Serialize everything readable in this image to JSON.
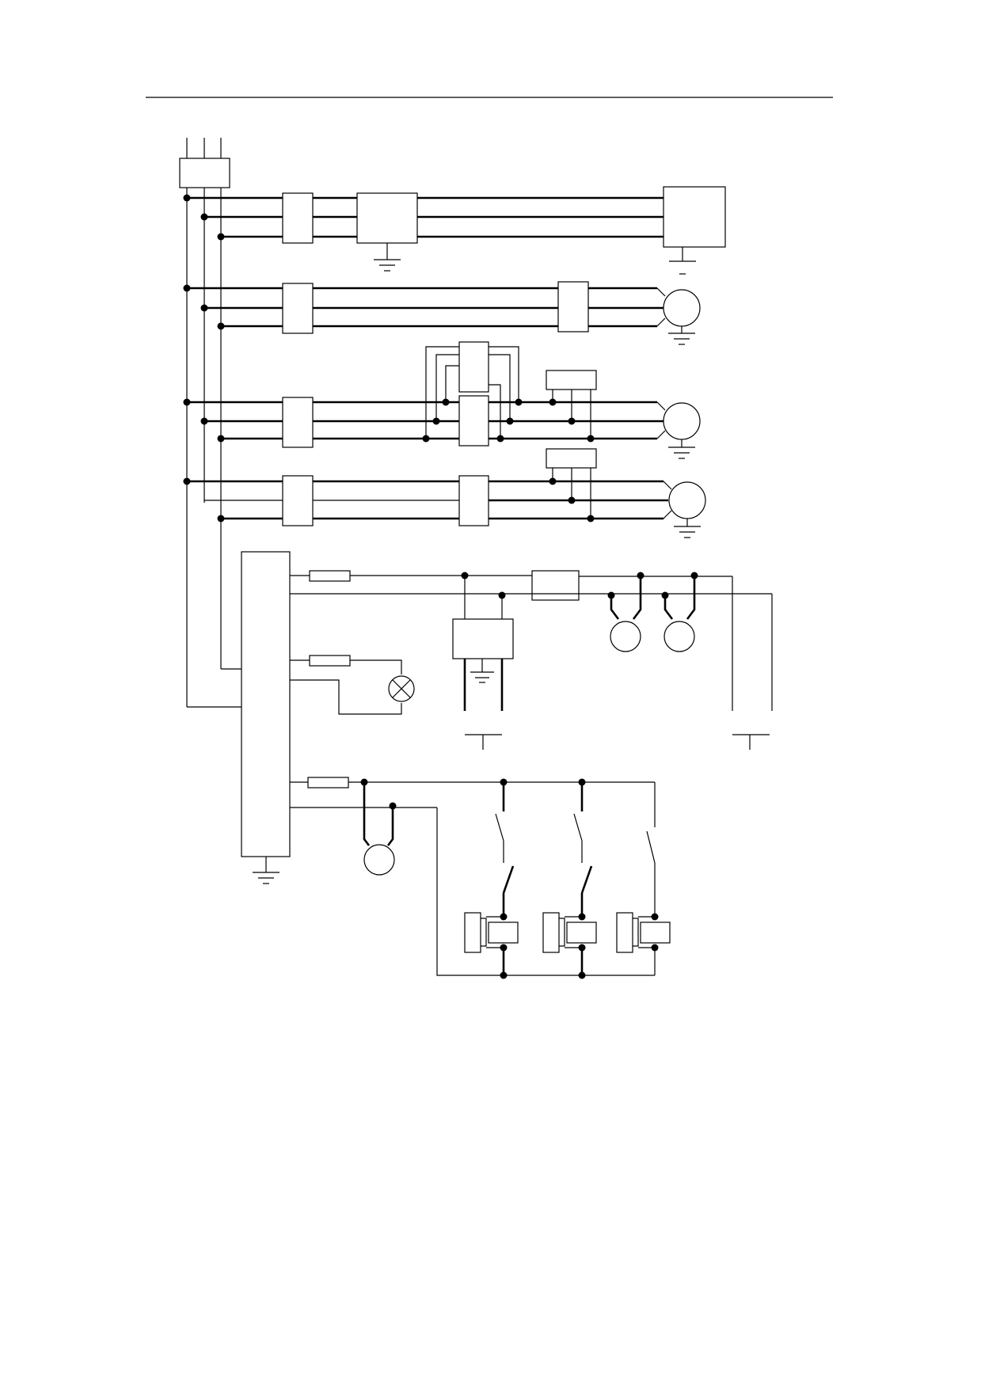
{
  "diagram": {
    "kind": "electrical-schematic",
    "colors": {
      "line": "#000000",
      "background": "#ffffff"
    },
    "symbols": [
      "isolator",
      "breaker",
      "starter",
      "panel",
      "motor",
      "ground",
      "fuse",
      "indicator-lamp",
      "transformer",
      "socket",
      "switch",
      "contactor-coil"
    ]
  }
}
